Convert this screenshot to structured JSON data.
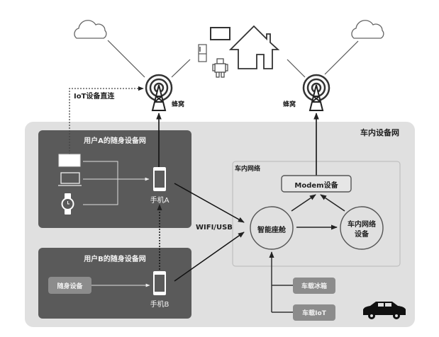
{
  "top": {
    "iot_direct_label": "IoT设备直连",
    "cellular_left_label": "蜂窝",
    "cellular_right_label": "蜂窝"
  },
  "vehicle_network": {
    "title": "车内设备网",
    "inner_title": "车内网络",
    "modem_label": "Modem设备",
    "cockpit_label": "智能座舱",
    "in_vehicle_device_label_line1": "车内网络",
    "in_vehicle_device_label_line2": "设备",
    "fridge_label": "车载冰箱",
    "iot_label": "车载IoT"
  },
  "user_a": {
    "title": "用户A的随身设备网",
    "phone_label": "手机A"
  },
  "user_b": {
    "title": "用户B的随身设备网",
    "phone_label": "手机B",
    "device_label": "随身设备"
  },
  "link_label": "WIFI/USB",
  "colors": {
    "outer_bg": "#e0e0e0",
    "personal_bg": "#5a5a5a",
    "pill_bg": "#8c8c8c",
    "stroke": "#333333"
  }
}
